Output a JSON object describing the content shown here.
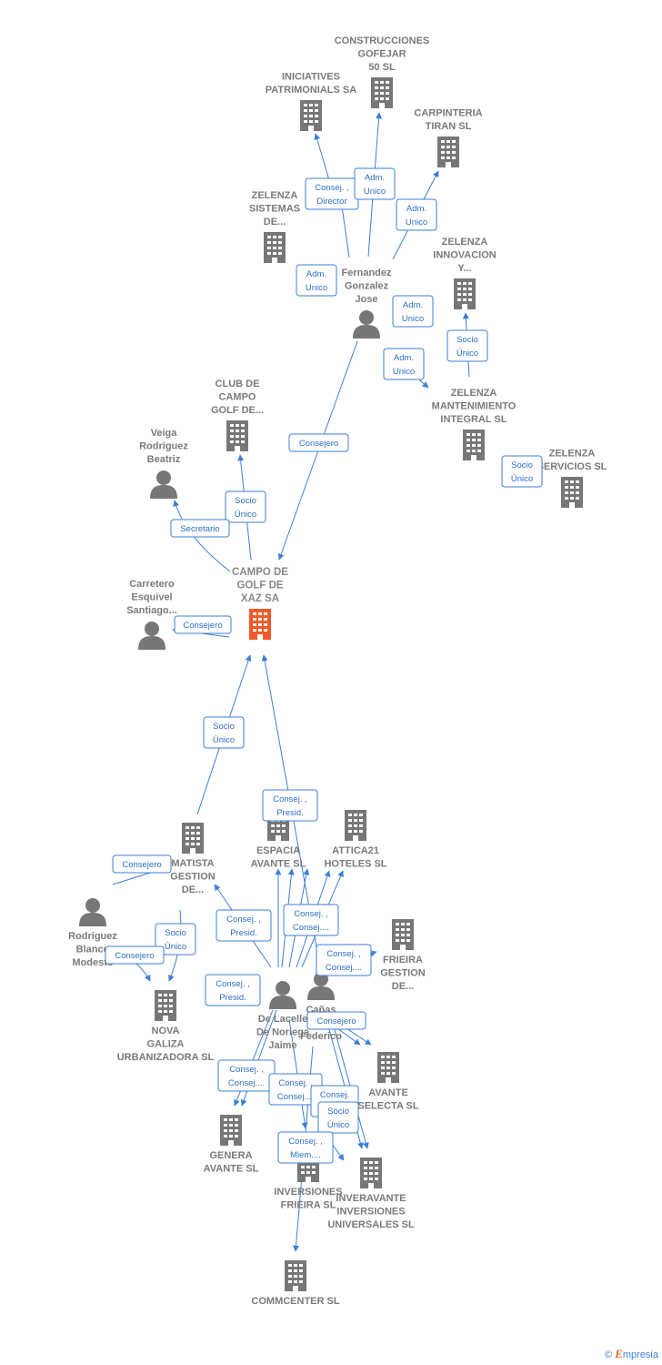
{
  "colors": {
    "edge": "#3d7fd6",
    "building": "#777777",
    "main": "#f05a28",
    "person": "#777777",
    "label": "#7a7a7a"
  },
  "nodes": [
    {
      "id": "campo",
      "label": [
        "CAMPO DE",
        "GOLF DE",
        "XAZ SA"
      ],
      "type": "company",
      "main": true,
      "icon": "building-icon"
    },
    {
      "id": "construcciones",
      "label": [
        "CONSTRUCCIONES",
        "GOFEJAR",
        "50 SL"
      ],
      "type": "company",
      "icon": "building-icon"
    },
    {
      "id": "iniciatives",
      "label": [
        "INICIATIVES",
        "PATRIMONIALS SA"
      ],
      "type": "company",
      "icon": "building-icon"
    },
    {
      "id": "carpinteria",
      "label": [
        "CARPINTERIA",
        "TIRAN SL"
      ],
      "type": "company",
      "icon": "building-icon"
    },
    {
      "id": "zelenza_sistemas",
      "label": [
        "ZELENZA",
        "SISTEMAS",
        "DE..."
      ],
      "type": "company",
      "icon": "building-icon"
    },
    {
      "id": "zelenza_innovacion",
      "label": [
        "ZELENZA",
        "INNOVACION",
        "Y..."
      ],
      "type": "company",
      "icon": "building-icon"
    },
    {
      "id": "fernandez",
      "label": [
        "Fernandez",
        "Gonzalez",
        "Jose"
      ],
      "type": "person",
      "icon": "person-icon"
    },
    {
      "id": "zelenza_mantenimiento",
      "label": [
        "ZELENZA",
        "MANTENIMIENTO",
        "INTEGRAL  SL"
      ],
      "type": "company",
      "icon": "building-icon"
    },
    {
      "id": "zelenza_servicios",
      "label": [
        "ZELENZA",
        "SERVICIOS  SL"
      ],
      "type": "company",
      "icon": "building-icon"
    },
    {
      "id": "club",
      "label": [
        "CLUB DE",
        "CAMPO",
        "GOLF DE..."
      ],
      "type": "company",
      "icon": "building-icon"
    },
    {
      "id": "veiga",
      "label": [
        "Veiga",
        "Rodriguez",
        "Beatriz"
      ],
      "type": "person",
      "icon": "person-icon"
    },
    {
      "id": "carretero",
      "label": [
        "Carretero",
        "Esquivel",
        "Santiago..."
      ],
      "type": "person",
      "icon": "person-icon"
    },
    {
      "id": "matista",
      "label": [
        "MATISTA",
        "GESTION",
        "DE..."
      ],
      "type": "company",
      "icon": "building-icon"
    },
    {
      "id": "espacia",
      "label": [
        "ESPACIA",
        "AVANTE SL"
      ],
      "type": "company",
      "icon": "building-icon"
    },
    {
      "id": "attica",
      "label": [
        "ATTICA21",
        "HOTELES  SL"
      ],
      "type": "company",
      "icon": "building-icon"
    },
    {
      "id": "rodriguez",
      "label": [
        "Rodriguez",
        "Blanco",
        "Modesto"
      ],
      "type": "person",
      "icon": "person-icon"
    },
    {
      "id": "frieira_gestion",
      "label": [
        "FRIEIRA",
        "GESTION",
        "DE..."
      ],
      "type": "company",
      "icon": "building-icon"
    },
    {
      "id": "nova",
      "label": [
        "NOVA",
        "GALIZA",
        "URBANIZADORA SL"
      ],
      "type": "company",
      "icon": "building-icon"
    },
    {
      "id": "delacelle",
      "label": [
        "De Lacelle",
        "De Noriega",
        "Jaime"
      ],
      "type": "person",
      "icon": "person-icon"
    },
    {
      "id": "canas",
      "label": [
        "Cañas",
        "Gal",
        "Federico"
      ],
      "type": "person",
      "icon": "person-icon"
    },
    {
      "id": "avante_selecta",
      "label": [
        "AVANTE",
        "SELECTA SL"
      ],
      "type": "company",
      "icon": "building-icon"
    },
    {
      "id": "genera",
      "label": [
        "GENERA",
        "AVANTE SL"
      ],
      "type": "company",
      "icon": "building-icon"
    },
    {
      "id": "inv_frieira",
      "label": [
        "INVERSIONES",
        "FRIEIRA SL"
      ],
      "type": "company",
      "icon": "building-icon"
    },
    {
      "id": "inveravante",
      "label": [
        "INVERAVANTE",
        "INVERSIONES",
        "UNIVERSALES SL"
      ],
      "type": "company",
      "icon": "building-icon"
    },
    {
      "id": "commcenter",
      "label": [
        "COMMCENTER SL"
      ],
      "type": "company",
      "icon": "building-icon"
    }
  ],
  "badges": [
    {
      "id": "b1",
      "lines": [
        "Consej. ,",
        "Director"
      ]
    },
    {
      "id": "b2",
      "lines": [
        "Adm.",
        "Unico"
      ]
    },
    {
      "id": "b3",
      "lines": [
        "Adm.",
        "Unico"
      ]
    },
    {
      "id": "b4",
      "lines": [
        "Adm.",
        "Unico"
      ]
    },
    {
      "id": "b5",
      "lines": [
        "Adm.",
        "Unico"
      ]
    },
    {
      "id": "b6",
      "lines": [
        "Adm.",
        "Unico"
      ]
    },
    {
      "id": "b7",
      "lines": [
        "Socio",
        "Único"
      ]
    },
    {
      "id": "b8",
      "lines": [
        "Socio",
        "Único"
      ]
    },
    {
      "id": "b9",
      "lines": [
        "Consejero"
      ]
    },
    {
      "id": "b10",
      "lines": [
        "Socio",
        "Único"
      ]
    },
    {
      "id": "b11",
      "lines": [
        "Secretario"
      ]
    },
    {
      "id": "b12",
      "lines": [
        "Consejero"
      ]
    },
    {
      "id": "b13",
      "lines": [
        "Socio",
        "Único"
      ]
    },
    {
      "id": "b14",
      "lines": [
        "Consej. ,",
        "Presid."
      ]
    },
    {
      "id": "b15",
      "lines": [
        "Consejero"
      ]
    },
    {
      "id": "b16",
      "lines": [
        "Socio",
        "Único"
      ]
    },
    {
      "id": "b17",
      "lines": [
        "Consejero"
      ]
    },
    {
      "id": "b18",
      "lines": [
        "Consej. ,",
        "Presid."
      ]
    },
    {
      "id": "b19",
      "lines": [
        "Consej. ,",
        "Presid."
      ]
    },
    {
      "id": "b20",
      "lines": [
        "Consej. ,",
        "Consej...."
      ]
    },
    {
      "id": "b21",
      "lines": [
        "Consej. ,",
        "Consej...."
      ]
    },
    {
      "id": "b22",
      "lines": [
        "Consejero"
      ]
    },
    {
      "id": "b23",
      "lines": [
        "Consej. ,",
        "Consej...."
      ]
    },
    {
      "id": "b24",
      "lines": [
        "Consej. ,",
        "Consej...."
      ]
    },
    {
      "id": "b25",
      "lines": [
        "Consej.",
        ","
      ]
    },
    {
      "id": "b26",
      "lines": [
        "Socio",
        "Único"
      ]
    },
    {
      "id": "b27",
      "lines": [
        "Consej. ,",
        "Miem...."
      ]
    }
  ],
  "footer": {
    "copyright": "©",
    "brand_first": "E",
    "brand_rest": "mpresia"
  }
}
